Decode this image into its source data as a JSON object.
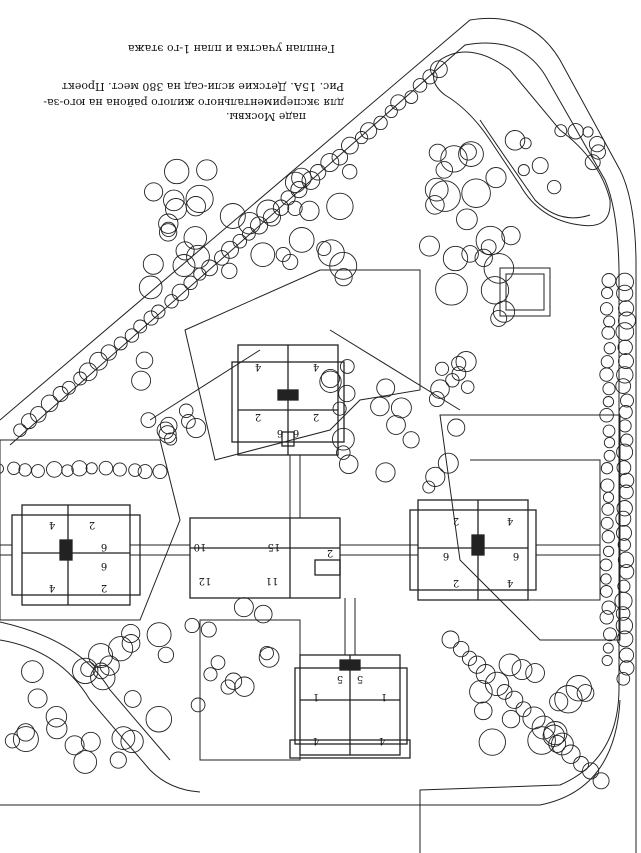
{
  "caption": {
    "plan_title": "Генплан участка и план 1-го этажа",
    "figure_line_1": "Рис. 15А. Детские ясли-сад на 380 мест. Проект",
    "figure_line_2": "для экспериментального жилого района на юго-за-",
    "figure_line_3": "паде Москвы."
  },
  "room_labels": {
    "north": [
      "2",
      "6",
      "6",
      "2",
      "4",
      "4"
    ],
    "west": [
      "2",
      "4",
      "6",
      "6",
      "2",
      "4"
    ],
    "east": [
      "2",
      "4",
      "6",
      "6",
      "2",
      "4"
    ],
    "south": [
      "4",
      "4",
      "1",
      "1",
      "5",
      "5"
    ],
    "center": [
      "11",
      "12",
      "15",
      "2",
      "10"
    ]
  }
}
